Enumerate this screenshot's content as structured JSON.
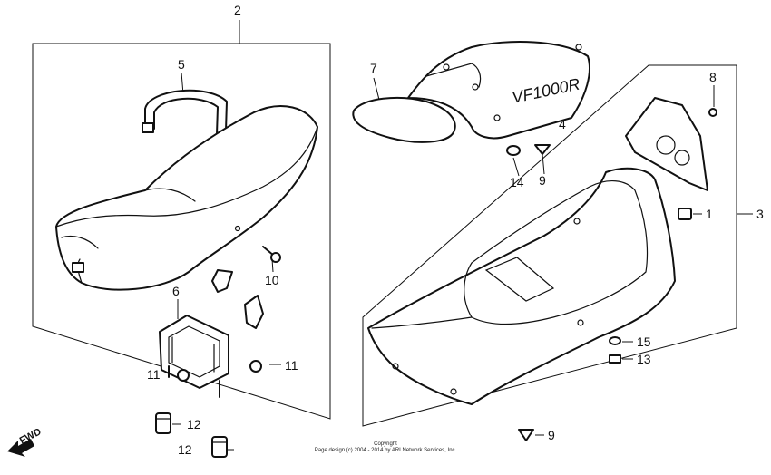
{
  "labels": {
    "p1": "1",
    "p2": "2",
    "p3": "3",
    "p4": "4",
    "p5": "5",
    "p6": "6",
    "p7": "7",
    "p8": "8",
    "p9a": "9",
    "p9b": "9",
    "p10": "10",
    "p11a": "11",
    "p11b": "11",
    "p12a": "12",
    "p12b": "12",
    "p13": "13",
    "p14": "14",
    "p15": "15"
  },
  "fwd_label": "FWD",
  "cowl_logo": "VF1000R",
  "copyright": {
    "line1": "Copyright",
    "line2": "Page design (c) 2004 - 2014 by ARI Network Services, Inc."
  }
}
